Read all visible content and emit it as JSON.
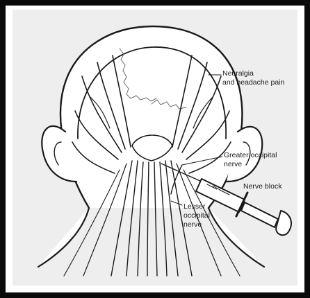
{
  "labels": {
    "neuralgia": "Neuralgia\nand headache pain",
    "greater": "Greater occipital\nnerve",
    "block": "Nerve block",
    "lesser": "Lesser\noccipital\nnerve"
  },
  "colors": {
    "frame": "#0a0a0a",
    "panel": "#eeeeee",
    "skin": "#ffffff",
    "ink": "#1a1a1a"
  }
}
